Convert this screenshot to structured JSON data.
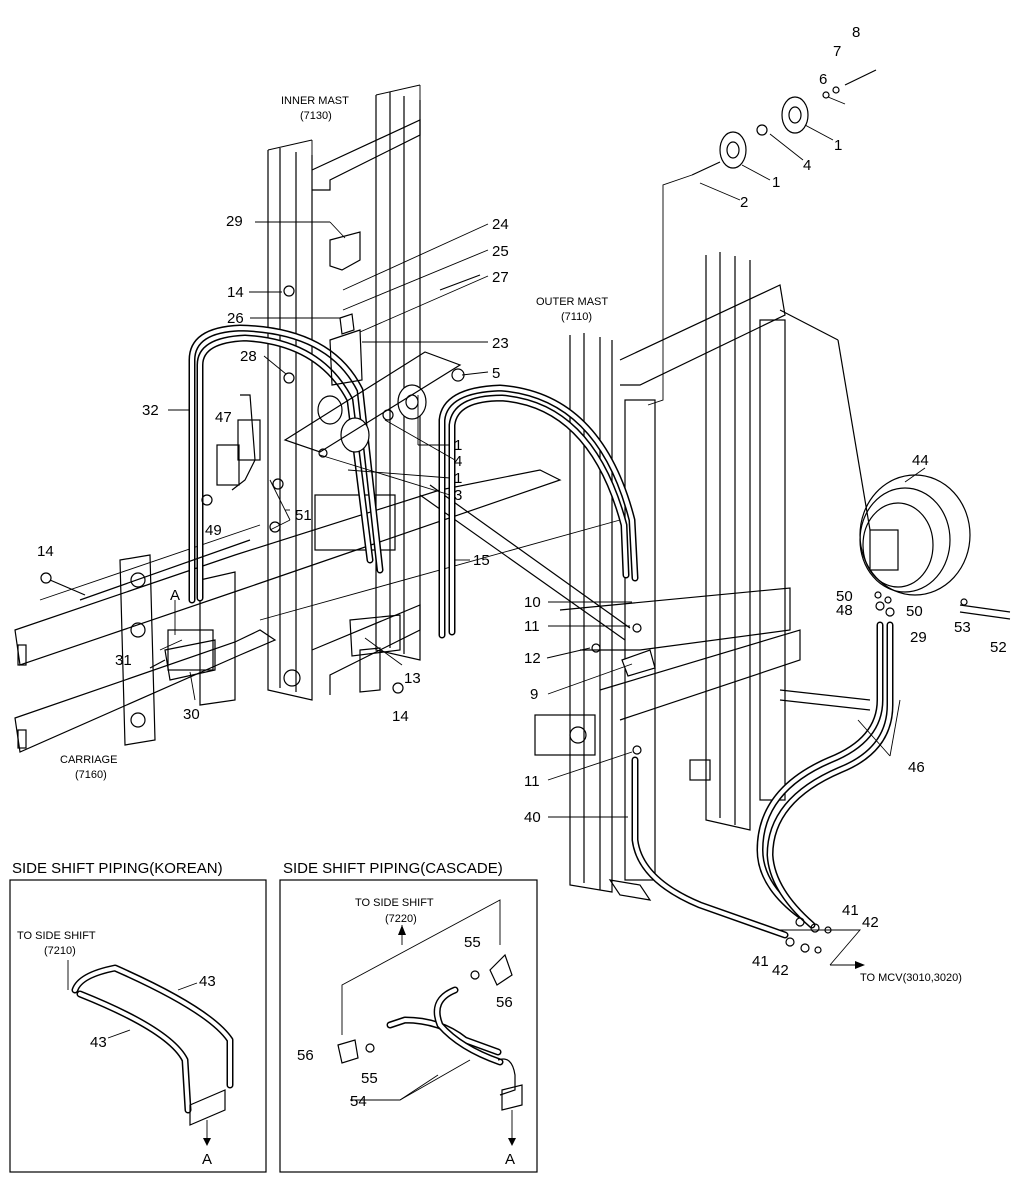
{
  "assemblies": {
    "inner_mast": {
      "name": "INNER MAST",
      "code": "(7130)"
    },
    "outer_mast": {
      "name": "OUTER MAST",
      "code": "(7110)"
    },
    "carriage": {
      "name": "CARRIAGE",
      "code": "(7160)"
    },
    "to_mcv": "TO MCV(3010,3020)"
  },
  "callouts": {
    "c1a": "1",
    "c1b": "1",
    "c1c": "1",
    "c1d": "1",
    "c2": "2",
    "c3": "3",
    "c4a": "4",
    "c4b": "4",
    "c5": "5",
    "c6": "6",
    "c7": "7",
    "c8": "8",
    "c9": "9",
    "c10": "10",
    "c11a": "11",
    "c11b": "11",
    "c12": "12",
    "c13": "13",
    "c14a": "14",
    "c14b": "14",
    "c14c": "14",
    "c15": "15",
    "c23": "23",
    "c24": "24",
    "c25": "25",
    "c26": "26",
    "c27": "27",
    "c28": "28",
    "c29a": "29",
    "c29b": "29",
    "c30": "30",
    "c31": "31",
    "c32": "32",
    "c40": "40",
    "c41a": "41",
    "c41b": "41",
    "c42a": "42",
    "c42b": "42",
    "c44": "44",
    "c46": "46",
    "c47": "47",
    "c48": "48",
    "c49": "49",
    "c50a": "50",
    "c50b": "50",
    "c51": "51",
    "c52": "52",
    "c53": "53",
    "cA": "A"
  },
  "panel_korean": {
    "title": "SIDE SHIFT PIPING(KOREAN)",
    "to_label": "TO SIDE SHIFT",
    "to_code": "(7210)",
    "c43a": "43",
    "c43b": "43",
    "cA": "A"
  },
  "panel_cascade": {
    "title": "SIDE SHIFT PIPING(CASCADE)",
    "to_label": "TO SIDE SHIFT",
    "to_code": "(7220)",
    "c54": "54",
    "c55a": "55",
    "c55b": "55",
    "c56a": "56",
    "c56b": "56",
    "cA": "A"
  }
}
